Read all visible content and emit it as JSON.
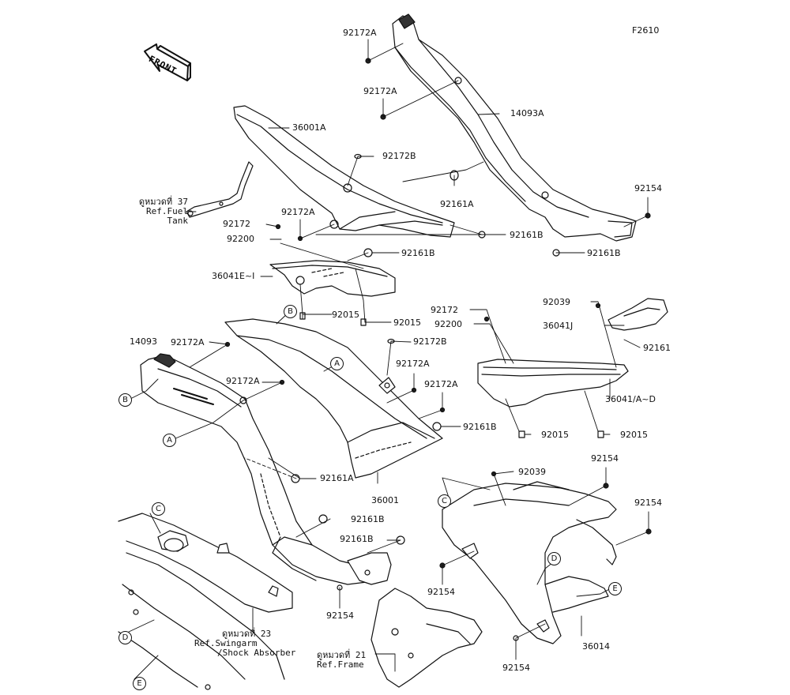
{
  "diagram": {
    "figure_code": "F2610",
    "front_arrow_label": "FRONT",
    "part_labels": {
      "p92172A_top": "92172A",
      "p92172A_upper2": "92172A",
      "p14093A": "14093A",
      "p36001A": "36001A",
      "p92172B_upper": "92172B",
      "p92161A_upper": "92161A",
      "p92154_upper_right": "92154",
      "p92172": "92172",
      "p92172A_mid": "92172A",
      "p92161B_a": "92161B",
      "p92161B_b": "92161B",
      "p92200": "92200",
      "p92161B_c": "92161B",
      "p36041E_I": "36041E~I",
      "p92015_a": "92015",
      "p92015_b": "92015",
      "p92172_right": "92172",
      "p92039_right": "92039",
      "p92200_right": "92200",
      "p36041J": "36041J",
      "p92161": "92161",
      "p14093": "14093",
      "p92172A_left": "92172A",
      "p92172B_mid": "92172B",
      "p92172A_center": "92172A",
      "p92172A_center2": "92172A",
      "p92172A_center3": "92172A",
      "p36041_AD": "36041/A~D",
      "p92161B_mid": "92161B",
      "p92015_c": "92015",
      "p92015_d": "92015",
      "p92161A_mid": "92161A",
      "p36001": "36001",
      "p92039_low": "92039",
      "p92154_r1": "92154",
      "p92154_r2": "92154",
      "p92161B_low1": "92161B",
      "p92161B_low2": "92161B",
      "p92154_low_center": "92154",
      "p92154_low_mid": "92154",
      "p36014": "36014",
      "p92154_bottom": "92154"
    },
    "callouts": {
      "A1": "A",
      "A2": "A",
      "B1": "B",
      "B2": "B",
      "C1": "C",
      "C2": "C",
      "D1": "D",
      "D2": "D",
      "E1": "E",
      "E2": "E"
    },
    "references": {
      "fuel_tank": {
        "thai": "ดูหมวดที่ 37",
        "line1": "Ref.Fuel",
        "line2": "Tank"
      },
      "swingarm": {
        "thai": "ดูหมวดที่ 23",
        "line1": "Ref.Swingarm",
        "line2": "/Shock Absorber"
      },
      "frame": {
        "thai": "ดูหมวดที่ 21",
        "line1": "Ref.Frame"
      }
    }
  }
}
